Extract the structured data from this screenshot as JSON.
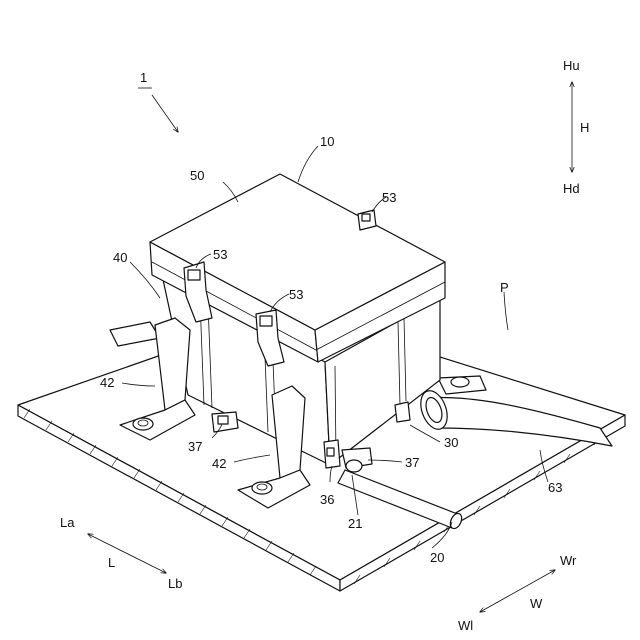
{
  "labels": {
    "assembly": "1",
    "device": "10",
    "lid": "50",
    "body": "40",
    "clip_top_right": "53",
    "clip_front_left": "53",
    "clip_front_right": "53",
    "bracket_left": "42",
    "bracket_front": "42",
    "fastener_left": "37",
    "fastener_right": "37",
    "tube": "30",
    "corner": "36",
    "cable_clip": "21",
    "cable": "20",
    "hose": "63",
    "panel": "P"
  },
  "axes": {
    "height_up": "Hu",
    "height": "H",
    "height_down": "Hd",
    "length_a": "La",
    "length": "L",
    "length_b": "Lb",
    "width_right": "Wr",
    "width": "W",
    "width_left": "Wl"
  }
}
